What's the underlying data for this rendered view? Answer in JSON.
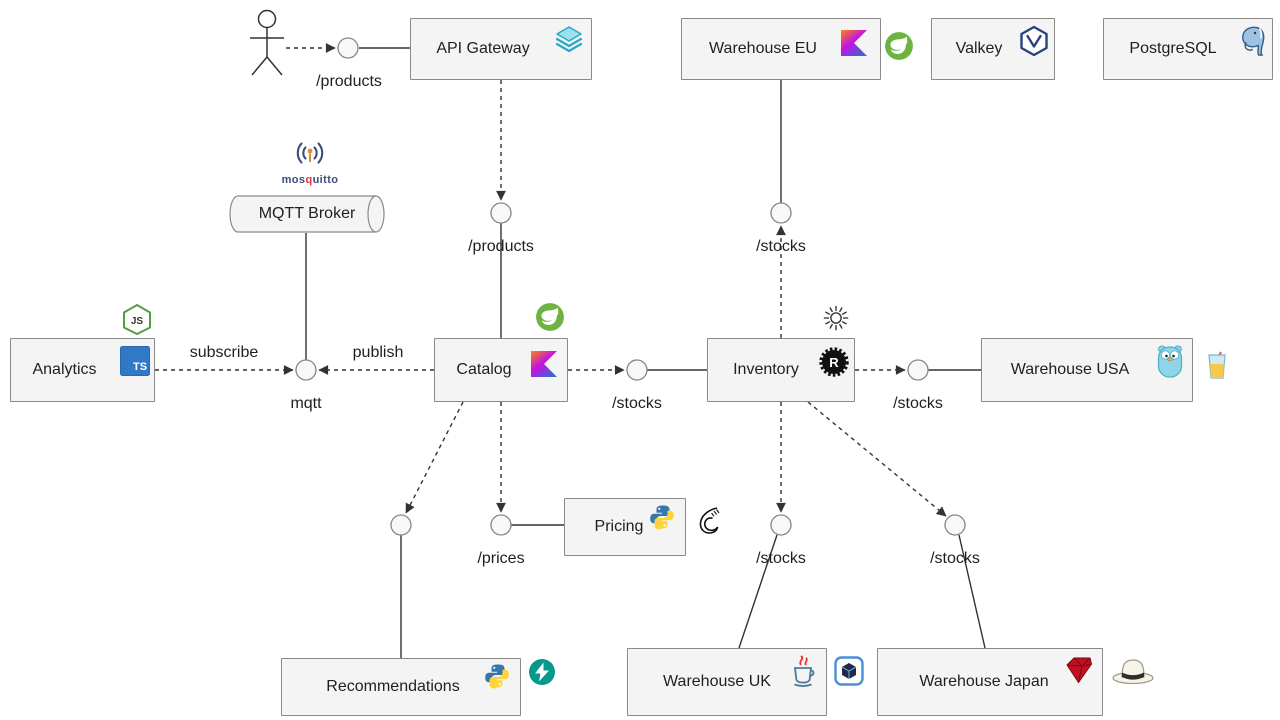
{
  "nodes": {
    "api_gateway": {
      "label": "API Gateway"
    },
    "warehouse_eu": {
      "label": "Warehouse EU"
    },
    "valkey": {
      "label": "Valkey"
    },
    "postgresql": {
      "label": "PostgreSQL"
    },
    "mqtt_broker": {
      "label": "MQTT Broker"
    },
    "analytics": {
      "label": "Analytics"
    },
    "catalog": {
      "label": "Catalog"
    },
    "inventory": {
      "label": "Inventory"
    },
    "warehouse_usa": {
      "label": "Warehouse USA"
    },
    "pricing": {
      "label": "Pricing"
    },
    "recommendations": {
      "label": "Recommendations"
    },
    "warehouse_uk": {
      "label": "Warehouse UK"
    },
    "warehouse_japan": {
      "label": "Warehouse Japan"
    }
  },
  "ports": {
    "actor_products": "/products",
    "gateway_products": "/products",
    "eu_stocks": "/stocks",
    "mqtt": "mqtt",
    "catalog_stocks": "/stocks",
    "usa_stocks": "/stocks",
    "prices": "/prices",
    "uk_stocks": "/stocks",
    "japan_stocks": "/stocks"
  },
  "edge_labels": {
    "subscribe": "subscribe",
    "publish": "publish"
  },
  "glyphs": {
    "nodejs": "JS",
    "typescript": "TS",
    "rust": "R",
    "mosquitto_pre": "mos",
    "mosquitto_q": "q",
    "mosquitto_post": "uitto"
  },
  "icons": {
    "api_gateway": [
      "traefik-layers-icon"
    ],
    "warehouse_eu": [
      "kotlin-icon",
      "spring-leaf-icon"
    ],
    "valkey": [
      "valkey-hexagon-icon"
    ],
    "postgresql": [
      "postgresql-elephant-icon"
    ],
    "mqtt_broker": [
      "mosquitto-waves-icon"
    ],
    "analytics": [
      "typescript-icon",
      "nodejs-hexagon-icon"
    ],
    "catalog": [
      "kotlin-icon",
      "spring-leaf-icon"
    ],
    "inventory": [
      "rust-gear-icon",
      "sun-icon"
    ],
    "warehouse_usa": [
      "go-gopher-icon",
      "gin-cocktail-icon"
    ],
    "pricing": [
      "python-icon",
      "flask-swirl-icon"
    ],
    "recommendations": [
      "python-icon",
      "fastapi-icon"
    ],
    "warehouse_uk": [
      "java-cup-icon",
      "blue-cube-icon"
    ],
    "warehouse_japan": [
      "ruby-gem-icon",
      "panama-hat-icon"
    ],
    "actor": [
      "stick-figure-icon"
    ]
  },
  "colors": {
    "node_fill": "#f4f4f4",
    "node_border": "#8a8a8a",
    "line": "#333333",
    "spring_green": "#6DB33F",
    "typescript_blue": "#3178C6",
    "nodejs_green": "#539E43",
    "traefik_teal": "#2AA7C7",
    "fastapi_teal": "#05998B",
    "python_blue": "#3776AB",
    "python_yellow": "#FFD43B",
    "ruby_red": "#C01120",
    "postgres_blue": "#2F5E8D",
    "valkey_navy": "#27447C",
    "mosquitto_navy": "#3A4E7A",
    "java_blue": "#4E7896",
    "java_red": "#EA2D2E",
    "go_cyan": "#8ED6E7"
  }
}
